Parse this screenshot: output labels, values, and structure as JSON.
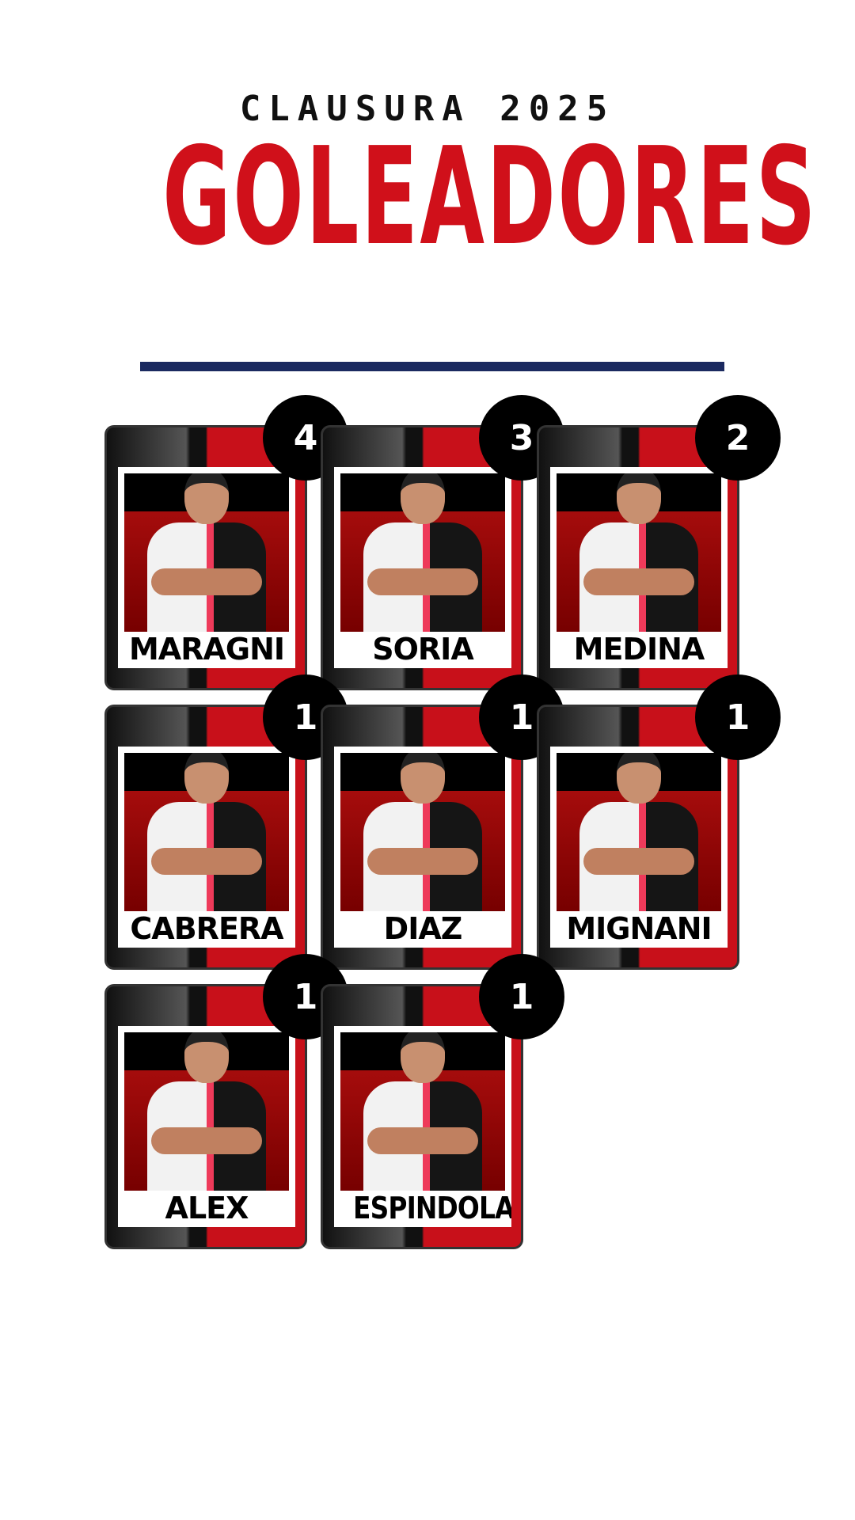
{
  "header": {
    "subtitle": "CLAUSURA 2025",
    "title": "GOLEADORES"
  },
  "colors": {
    "accent": "#d0101a",
    "rule": "#1b2a60"
  },
  "players": [
    {
      "name": "MARAGNI",
      "goals": "4"
    },
    {
      "name": "SORIA",
      "goals": "3"
    },
    {
      "name": "MEDINA",
      "goals": "2"
    },
    {
      "name": "CABRERA",
      "goals": "1"
    },
    {
      "name": "DIAZ",
      "goals": "1"
    },
    {
      "name": "MIGNANI",
      "goals": "1"
    },
    {
      "name": "ALEX",
      "goals": "1"
    },
    {
      "name": "ESPINDOLA",
      "goals": "1"
    }
  ]
}
